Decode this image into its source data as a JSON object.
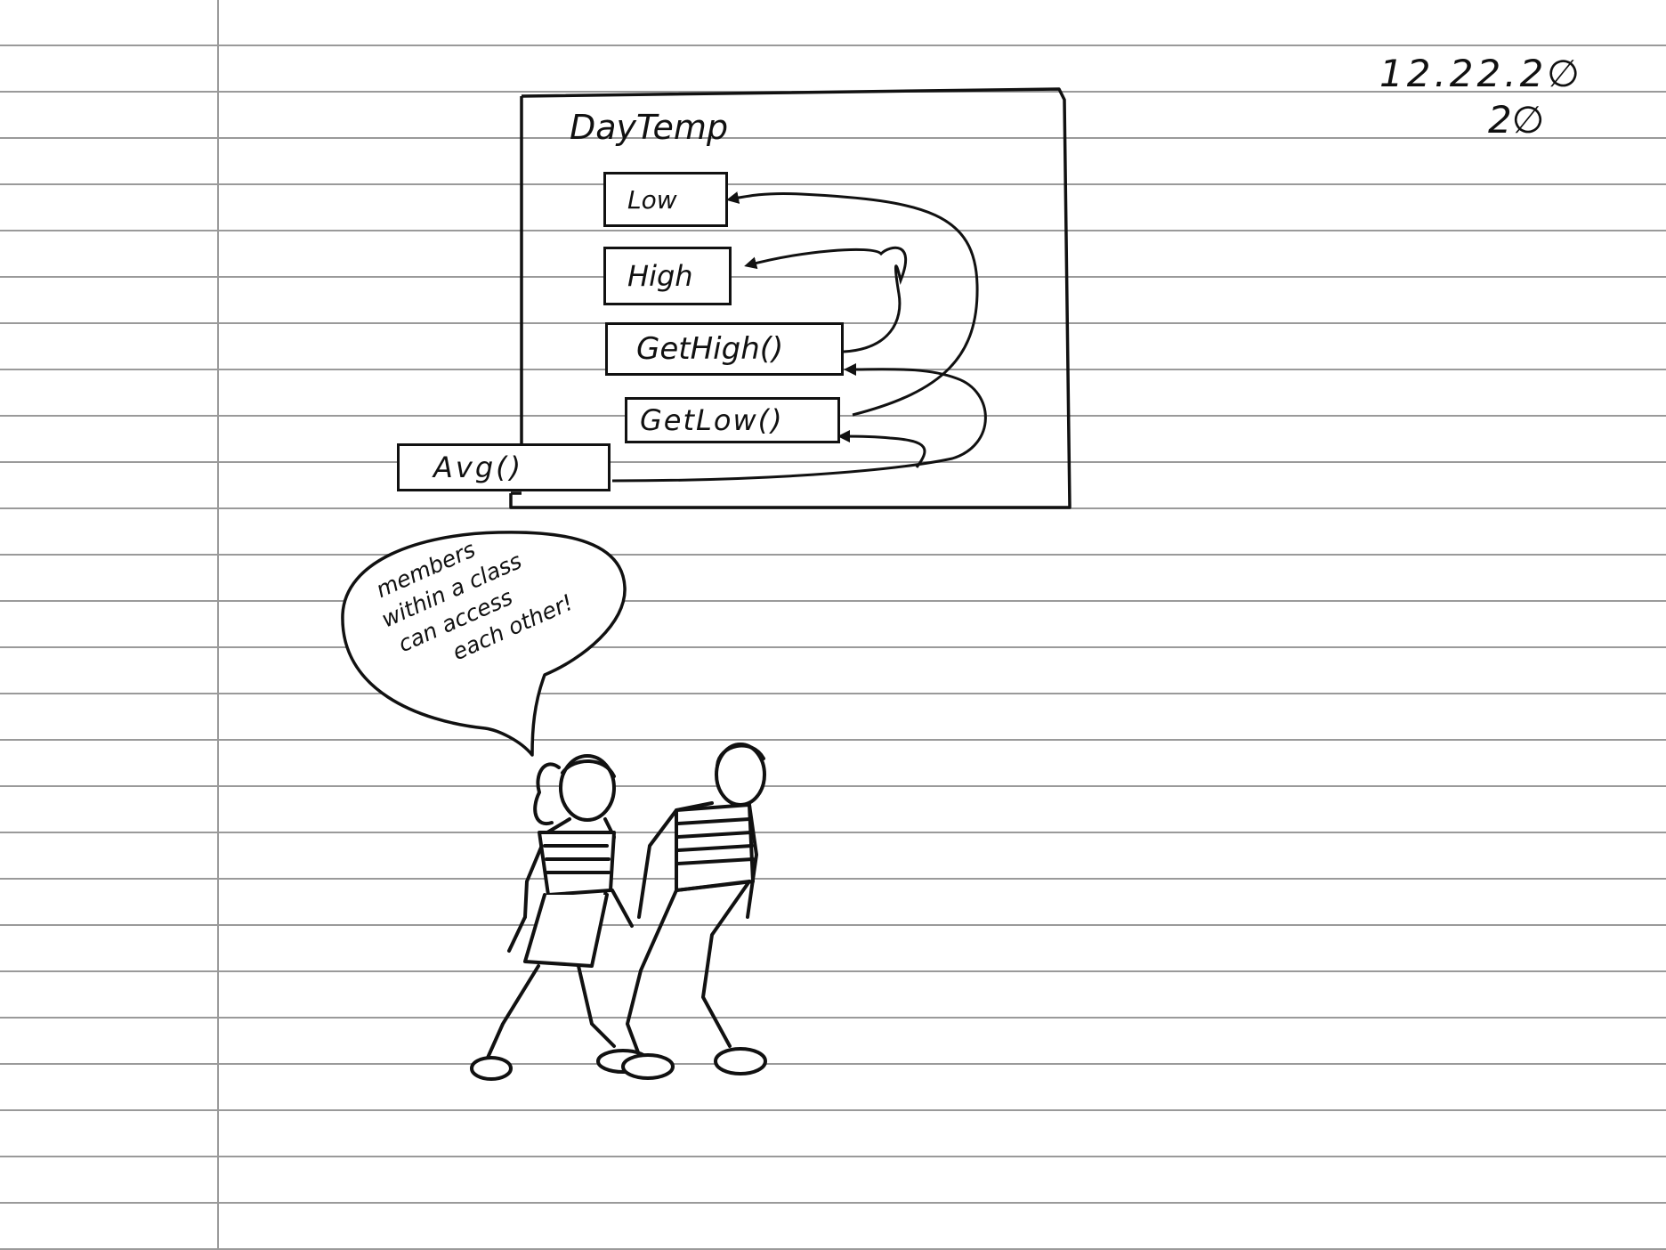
{
  "date": {
    "line1": "12.22.2∅",
    "line2": "2∅"
  },
  "diagram": {
    "class_name": "DayTemp",
    "members": {
      "low": "Low",
      "high": "High",
      "get_high": "GetHigh()",
      "get_low": "GetLow()",
      "avg": "Avg()"
    },
    "arrows": [
      {
        "from": "GetHigh()",
        "to": "High"
      },
      {
        "from": "GetLow()",
        "to": "Low"
      },
      {
        "from": "Avg()",
        "to": "GetHigh()"
      },
      {
        "from": "Avg()",
        "to": "GetLow()"
      }
    ]
  },
  "speech_bubble": {
    "lines": [
      "members",
      "within a class",
      "can access",
      "each other!"
    ]
  },
  "illustration": {
    "icon": "walking-kids-illustration"
  },
  "colors": {
    "ink": "#111111",
    "rule": "#9a9a9a",
    "paper": "#ffffff"
  }
}
